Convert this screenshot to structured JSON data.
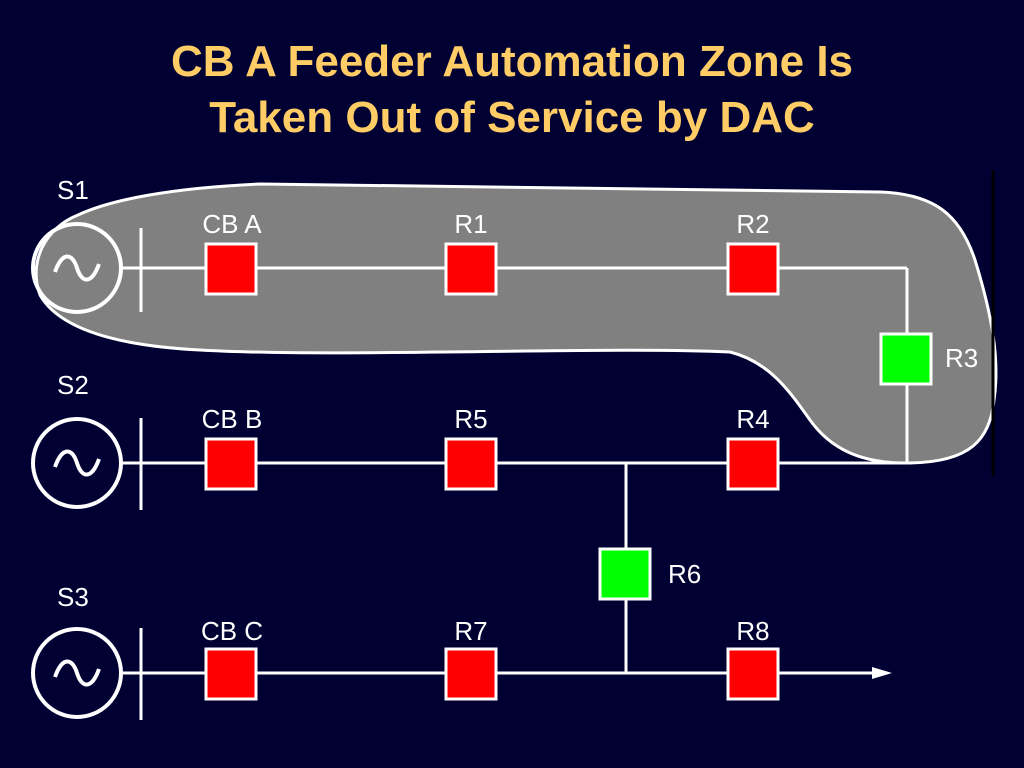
{
  "title": {
    "line1": "CB A Feeder Automation Zone Is",
    "line2": "Taken Out of Service by DAC"
  },
  "colors": {
    "background": "#000033",
    "title": "#FFCC66",
    "closed_switch": "#FF0000",
    "open_switch": "#00FF00",
    "zone_fill": "#808080",
    "line": "#FFFFFF"
  },
  "sources": [
    {
      "label": "S1"
    },
    {
      "label": "S2"
    },
    {
      "label": "S3"
    }
  ],
  "breakers": [
    {
      "label": "CB A",
      "state": "closed"
    },
    {
      "label": "CB B",
      "state": "closed"
    },
    {
      "label": "CB C",
      "state": "closed"
    }
  ],
  "reclosers": [
    {
      "label": "R1",
      "state": "closed"
    },
    {
      "label": "R2",
      "state": "closed"
    },
    {
      "label": "R3",
      "state": "open"
    },
    {
      "label": "R4",
      "state": "closed"
    },
    {
      "label": "R5",
      "state": "closed"
    },
    {
      "label": "R6",
      "state": "open"
    },
    {
      "label": "R7",
      "state": "closed"
    },
    {
      "label": "R8",
      "state": "closed"
    }
  ]
}
